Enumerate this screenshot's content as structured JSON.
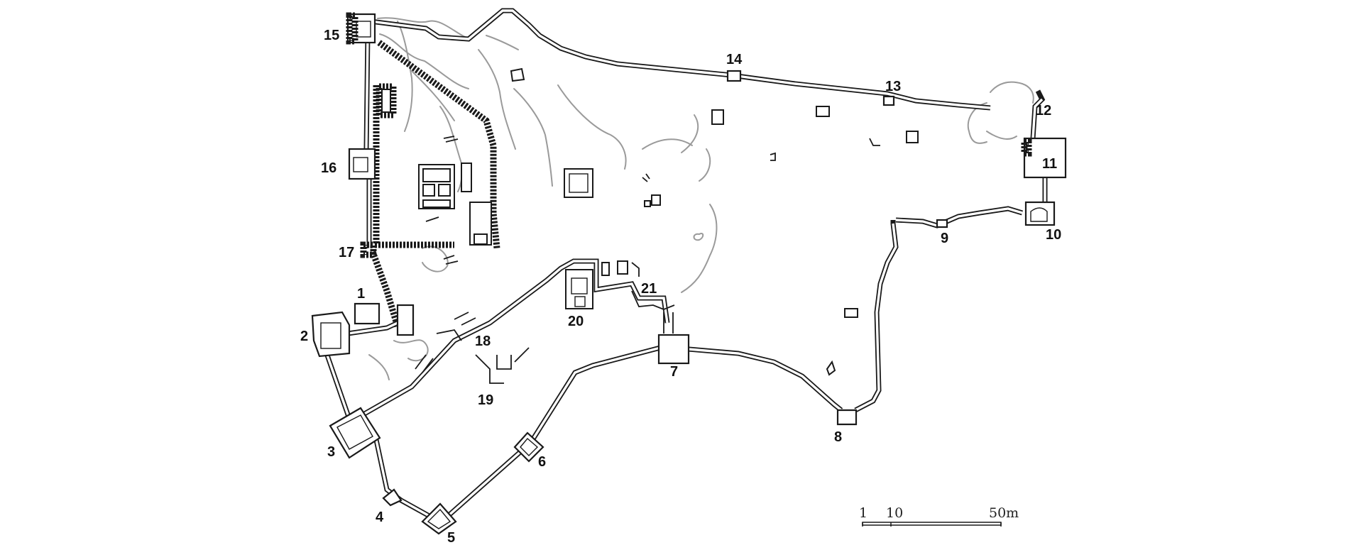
{
  "plan": {
    "labels": [
      "1",
      "2",
      "3",
      "4",
      "5",
      "6",
      "7",
      "8",
      "9",
      "10",
      "11",
      "12",
      "13",
      "14",
      "15",
      "16",
      "17",
      "18",
      "19",
      "20",
      "21"
    ],
    "scale": {
      "tick_start": "1",
      "tick_mid": "10",
      "tick_end": "50m"
    }
  }
}
